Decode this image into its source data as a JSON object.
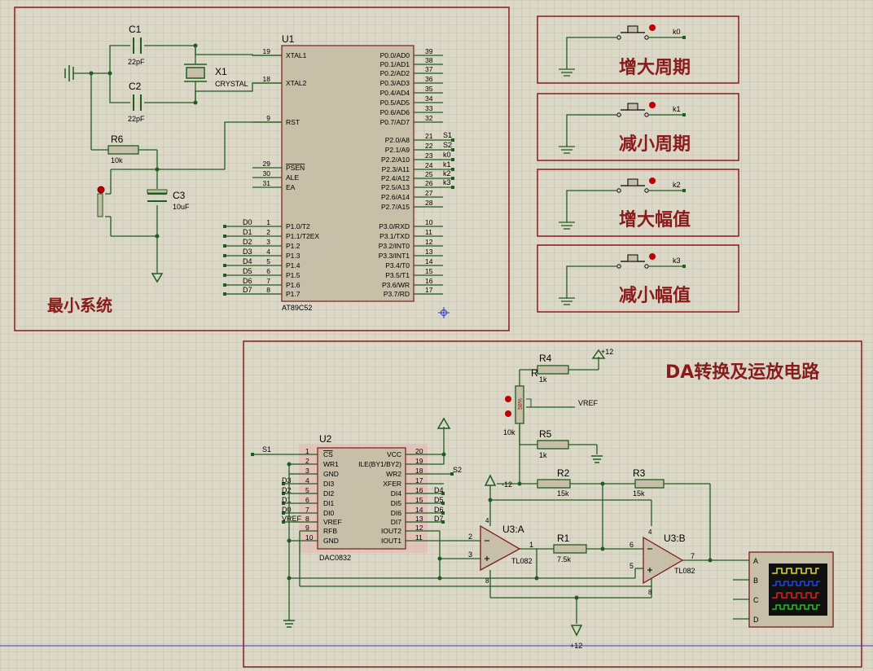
{
  "colors": {
    "background": "#dcd8c8",
    "grid": "#c9c5b4",
    "frame": "#8b1a1a",
    "wire": "#1f5c1f",
    "body": "#c8bfa8",
    "red": "#c00000"
  },
  "blocks": {
    "min_system": "最小系统",
    "inc_period": "增大周期",
    "dec_period": "减小周期",
    "inc_amp": "增大幅值",
    "dec_amp": "减小幅值",
    "da_amp": "DA转换及运放电路"
  },
  "u1": {
    "ref": "U1",
    "part": "AT89C52",
    "left_pins": [
      {
        "num": "19",
        "name": "XTAL1"
      },
      {
        "num": "18",
        "name": "XTAL2"
      },
      {
        "num": "9",
        "name": "RST"
      },
      {
        "num": "29",
        "name": "PSEN"
      },
      {
        "num": "30",
        "name": "ALE"
      },
      {
        "num": "31",
        "name": "EA"
      },
      {
        "num": "1",
        "name": "P1.0/T2"
      },
      {
        "num": "2",
        "name": "P1.1/T2EX"
      },
      {
        "num": "3",
        "name": "P1.2"
      },
      {
        "num": "4",
        "name": "P1.3"
      },
      {
        "num": "5",
        "name": "P1.4"
      },
      {
        "num": "6",
        "name": "P1.5"
      },
      {
        "num": "7",
        "name": "P1.6"
      },
      {
        "num": "8",
        "name": "P1.7"
      }
    ],
    "right_pins": [
      {
        "num": "39",
        "name": "P0.0/AD0"
      },
      {
        "num": "38",
        "name": "P0.1/AD1"
      },
      {
        "num": "37",
        "name": "P0.2/AD2"
      },
      {
        "num": "36",
        "name": "P0.3/AD3"
      },
      {
        "num": "35",
        "name": "P0.4/AD4"
      },
      {
        "num": "34",
        "name": "P0.5/AD5"
      },
      {
        "num": "33",
        "name": "P0.6/AD6"
      },
      {
        "num": "32",
        "name": "P0.7/AD7"
      },
      {
        "num": "21",
        "name": "P2.0/A8"
      },
      {
        "num": "22",
        "name": "P2.1/A9"
      },
      {
        "num": "23",
        "name": "P2.2/A10"
      },
      {
        "num": "24",
        "name": "P2.3/A11"
      },
      {
        "num": "25",
        "name": "P2.4/A12"
      },
      {
        "num": "26",
        "name": "P2.5/A13"
      },
      {
        "num": "27",
        "name": "P2.6/A14"
      },
      {
        "num": "28",
        "name": "P2.7/A15"
      },
      {
        "num": "10",
        "name": "P3.0/RXD"
      },
      {
        "num": "11",
        "name": "P3.1/TXD"
      },
      {
        "num": "12",
        "name": "P3.2/INT0"
      },
      {
        "num": "13",
        "name": "P3.3/INT1"
      },
      {
        "num": "14",
        "name": "P3.4/T0"
      },
      {
        "num": "15",
        "name": "P3.5/T1"
      },
      {
        "num": "16",
        "name": "P3.6/WR"
      },
      {
        "num": "17",
        "name": "P3.7/RD"
      }
    ],
    "p1_nets": [
      "D0",
      "D1",
      "D2",
      "D3",
      "D4",
      "D5",
      "D6",
      "D7"
    ],
    "p2_nets": [
      "S1",
      "S2",
      "k0",
      "k1",
      "k2",
      "k3"
    ]
  },
  "u2": {
    "ref": "U2",
    "part": "DAC0832",
    "left_pins": [
      {
        "num": "1",
        "name": "CS"
      },
      {
        "num": "2",
        "name": "WR1"
      },
      {
        "num": "3",
        "name": "GND"
      },
      {
        "num": "4",
        "name": "DI3"
      },
      {
        "num": "5",
        "name": "DI2"
      },
      {
        "num": "6",
        "name": "DI1"
      },
      {
        "num": "7",
        "name": "DI0"
      },
      {
        "num": "8",
        "name": "VREF"
      },
      {
        "num": "9",
        "name": "RFB"
      },
      {
        "num": "10",
        "name": "GND"
      }
    ],
    "right_pins": [
      {
        "num": "20",
        "name": "VCC"
      },
      {
        "num": "19",
        "name": "ILE(BY1/BY2)"
      },
      {
        "num": "18",
        "name": "WR2"
      },
      {
        "num": "17",
        "name": "XFER"
      },
      {
        "num": "16",
        "name": "DI4"
      },
      {
        "num": "15",
        "name": "DI5"
      },
      {
        "num": "14",
        "name": "DI6"
      },
      {
        "num": "13",
        "name": "DI7"
      },
      {
        "num": "12",
        "name": "IOUT2"
      },
      {
        "num": "11",
        "name": "IOUT1"
      }
    ],
    "left_nets": [
      "D3",
      "D2",
      "D1",
      "D0",
      "VREF"
    ],
    "right_nets": [
      "D4",
      "D5",
      "D6",
      "D7"
    ],
    "s1_label": "S1",
    "s2_label": "S2"
  },
  "parts": {
    "c1": {
      "ref": "C1",
      "value": "22pF"
    },
    "c2": {
      "ref": "C2",
      "value": "22pF"
    },
    "x1": {
      "ref": "X1",
      "value": "CRYSTAL"
    },
    "r6": {
      "ref": "R6",
      "value": "10k"
    },
    "c3": {
      "ref": "C3",
      "value": "10uF"
    },
    "r4": {
      "ref": "R4",
      "value": "1k"
    },
    "rv": {
      "ref": "R",
      "value": "10k",
      "percent": "58%"
    },
    "r5": {
      "ref": "R5",
      "value": "1k"
    },
    "r2": {
      "ref": "R2",
      "value": "15k"
    },
    "r3": {
      "ref": "R3",
      "value": "15k"
    },
    "r1": {
      "ref": "R1",
      "value": "7.5k"
    },
    "u3a": {
      "ref": "U3:A",
      "part": "TL082"
    },
    "u3b": {
      "ref": "U3:B",
      "part": "TL082"
    },
    "vref": "VREF",
    "plus12": "+12",
    "minus12": "-12",
    "plus12_bottom": "+12"
  },
  "keys": [
    "k0",
    "k1",
    "k2",
    "k3"
  ],
  "scope": {
    "channels": [
      "A",
      "B",
      "C",
      "D"
    ]
  }
}
